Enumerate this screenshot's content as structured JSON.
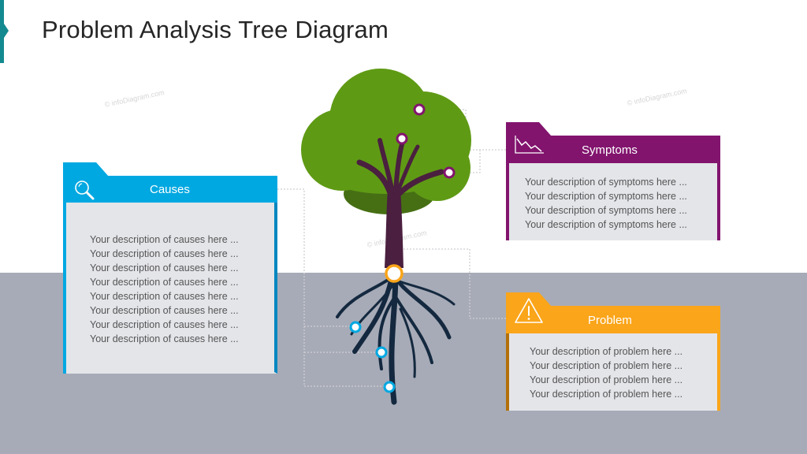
{
  "title": "Problem Analysis Tree Diagram",
  "watermark": "© infoDiagram.com",
  "colors": {
    "causes": "#00a8e1",
    "symptoms": "#82146e",
    "problem": "#faa51a",
    "panel_body": "#e4e5e9",
    "ground": "#a7abb7",
    "foliage": "#5f9a14",
    "foliage_shadow": "#466f14",
    "trunk": "#4a1f3f",
    "roots": "#14293f"
  },
  "panels": {
    "causes": {
      "label": "Causes",
      "icon": "magnifier-icon",
      "lines": [
        "Your description of causes here ...",
        "Your description of causes here ...",
        "Your description of causes here ...",
        "Your description of causes here ...",
        "Your description of causes here ...",
        "Your description of causes here ...",
        "Your description of causes here ...",
        "Your description of causes here ..."
      ]
    },
    "symptoms": {
      "label": "Symptoms",
      "icon": "declining-chart-icon",
      "lines": [
        "Your description of symptoms here ...",
        "Your description of symptoms here ...",
        "Your description of symptoms here ...",
        "Your description of symptoms here ..."
      ]
    },
    "problem": {
      "label": "Problem",
      "icon": "warning-triangle-icon",
      "lines": [
        "Your description of problem here ...",
        "Your description of problem here ...",
        "Your description of problem here ...",
        "Your description of problem here ..."
      ]
    }
  }
}
